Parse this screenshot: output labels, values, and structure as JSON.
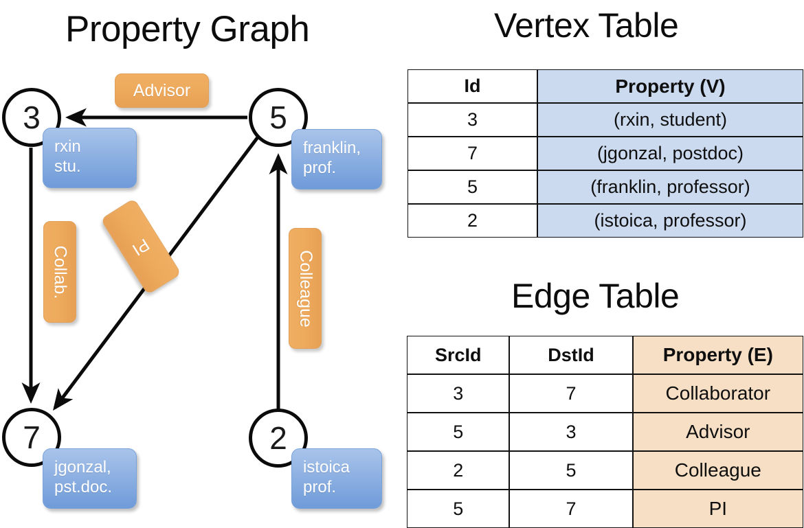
{
  "titles": {
    "property_graph": "Property Graph",
    "vertex_table": "Vertex Table",
    "edge_table": "Edge Table"
  },
  "graph": {
    "nodes": [
      {
        "id": "3",
        "property": "rxin\nstu."
      },
      {
        "id": "5",
        "property": "franklin,\nprof."
      },
      {
        "id": "7",
        "property": "jgonzal,\npst.doc."
      },
      {
        "id": "2",
        "property": "istoica\nprof."
      }
    ],
    "node_labels": {
      "n3": "3",
      "n5": "5",
      "n7": "7",
      "n2": "2"
    },
    "property_boxes": {
      "rxin_line1": "rxin",
      "rxin_line2": "stu.",
      "franklin_line1": "franklin,",
      "franklin_line2": "prof.",
      "jgonzal_line1": "jgonzal,",
      "jgonzal_line2": "pst.doc.",
      "istoica_line1": "istoica",
      "istoica_line2": "prof."
    },
    "edge_labels": {
      "advisor": "Advisor",
      "collab": "Collab.",
      "pi": "PI",
      "colleague": "Colleague"
    },
    "edges": [
      {
        "src": "5",
        "dst": "3",
        "label": "Advisor"
      },
      {
        "src": "3",
        "dst": "7",
        "label": "Collab."
      },
      {
        "src": "5",
        "dst": "7",
        "label": "PI"
      },
      {
        "src": "2",
        "dst": "5",
        "label": "Colleague"
      }
    ]
  },
  "vertex_table": {
    "headers": [
      "Id",
      "Property (V)"
    ],
    "rows": [
      {
        "id": "3",
        "property": "(rxin, student)"
      },
      {
        "id": "7",
        "property": "(jgonzal, postdoc)"
      },
      {
        "id": "5",
        "property": "(franklin, professor)"
      },
      {
        "id": "2",
        "property": "(istoica, professor)"
      }
    ]
  },
  "edge_table": {
    "headers": [
      "SrcId",
      "DstId",
      "Property (E)"
    ],
    "rows": [
      {
        "src": "3",
        "dst": "7",
        "property": "Collaborator"
      },
      {
        "src": "5",
        "dst": "3",
        "property": "Advisor"
      },
      {
        "src": "2",
        "dst": "5",
        "property": "Colleague"
      },
      {
        "src": "5",
        "dst": "7",
        "property": "PI"
      }
    ]
  },
  "colors": {
    "vertex_property_fill": "#ccdaf0",
    "edge_property_fill": "#f7dfc5",
    "node_box_blue": "#7ba2d8",
    "edge_label_orange": "#eeab5e",
    "stroke": "#111111",
    "background": "#ffffff"
  }
}
